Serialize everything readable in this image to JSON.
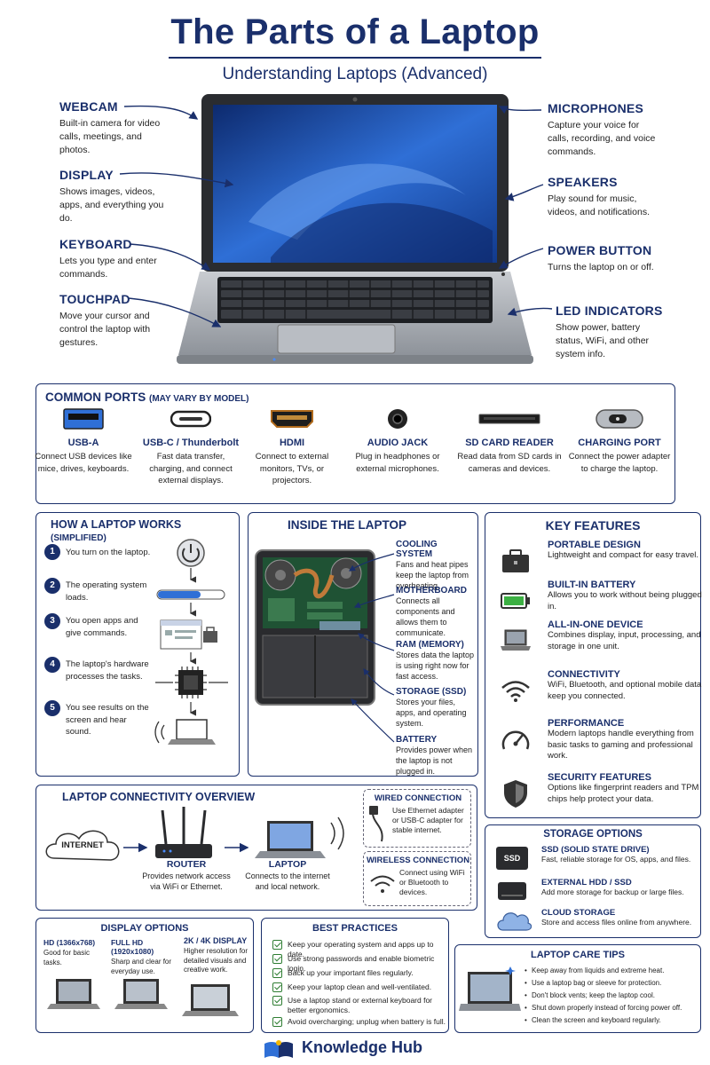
{
  "header": {
    "title": "The Parts of a Laptop",
    "subtitle": "Understanding Laptops (Advanced)"
  },
  "parts_left": [
    {
      "name": "WEBCAM",
      "desc": "Built-in camera for video calls, meetings, and photos."
    },
    {
      "name": "DISPLAY",
      "desc": "Shows images, videos, apps, and everything you do."
    },
    {
      "name": "KEYBOARD",
      "desc": "Lets you type and enter commands."
    },
    {
      "name": "TOUCHPAD",
      "desc": "Move your cursor and control the laptop with gestures."
    }
  ],
  "parts_right": [
    {
      "name": "MICROPHONES",
      "desc": "Capture your voice for calls, recording, and voice commands."
    },
    {
      "name": "SPEAKERS",
      "desc": "Play sound for music, videos, and notifications."
    },
    {
      "name": "POWER BUTTON",
      "desc": "Turns the laptop on or off."
    },
    {
      "name": "LED INDICATORS",
      "desc": "Show power, battery status, WiFi, and other system info."
    }
  ],
  "ports": {
    "title": "COMMON PORTS",
    "title_note": "(MAY VARY BY MODEL)",
    "items": [
      {
        "name": "USB-A",
        "desc": "Connect USB devices like mice, drives, keyboards."
      },
      {
        "name": "USB-C / Thunderbolt",
        "desc": "Fast data transfer, charging, and connect external displays."
      },
      {
        "name": "HDMI",
        "desc": "Connect to external monitors, TVs, or projectors."
      },
      {
        "name": "AUDIO JACK",
        "desc": "Plug in headphones or external microphones."
      },
      {
        "name": "SD CARD READER",
        "desc": "Read data from SD cards in cameras and devices."
      },
      {
        "name": "CHARGING PORT",
        "desc": "Connect the power adapter to charge the laptop."
      }
    ]
  },
  "how_it_works": {
    "title": "HOW A LAPTOP WORKS",
    "title_note": "(SIMPLIFIED)",
    "steps": [
      {
        "num": "1",
        "text": "You turn on the laptop."
      },
      {
        "num": "2",
        "text": "The operating system loads."
      },
      {
        "num": "3",
        "text": "You open apps and give commands."
      },
      {
        "num": "4",
        "text": "The laptop's hardware processes the tasks."
      },
      {
        "num": "5",
        "text": "You see results on the screen and hear sound."
      }
    ]
  },
  "inside": {
    "title": "INSIDE THE LAPTOP",
    "labels": [
      {
        "name": "COOLING SYSTEM",
        "desc": "Fans and heat pipes keep the laptop from overheating."
      },
      {
        "name": "MOTHERBOARD",
        "desc": "Connects all components and allows them to communicate."
      },
      {
        "name": "RAM (MEMORY)",
        "desc": "Stores data the laptop is using right now for fast access."
      },
      {
        "name": "STORAGE (SSD)",
        "desc": "Stores your files, apps, and operating system."
      },
      {
        "name": "BATTERY",
        "desc": "Provides power when the laptop is not plugged in."
      }
    ]
  },
  "key_features": {
    "title": "KEY FEATURES",
    "items": [
      {
        "name": "PORTABLE DESIGN",
        "desc": "Lightweight and compact for easy travel.",
        "icon": "briefcase-icon"
      },
      {
        "name": "BUILT-IN BATTERY",
        "desc": "Allows you to work without being plugged in.",
        "icon": "battery-icon"
      },
      {
        "name": "ALL-IN-ONE DEVICE",
        "desc": "Combines display, input, processing, and storage in one unit.",
        "icon": "laptop-icon"
      },
      {
        "name": "CONNECTIVITY",
        "desc": "WiFi, Bluetooth, and optional mobile data keep you connected.",
        "icon": "wifi-icon"
      },
      {
        "name": "PERFORMANCE",
        "desc": "Modern laptops handle everything from basic tasks to gaming and professional work.",
        "icon": "gauge-icon"
      },
      {
        "name": "SECURITY FEATURES",
        "desc": "Options like fingerprint readers and TPM chips help protect your data.",
        "icon": "shield-icon"
      }
    ]
  },
  "connectivity": {
    "title": "LAPTOP CONNECTIVITY OVERVIEW",
    "internet": "INTERNET",
    "router": {
      "name": "ROUTER",
      "desc": "Provides network access via WiFi or Ethernet."
    },
    "laptop": {
      "name": "LAPTOP",
      "desc": "Connects to the internet and local network."
    },
    "wired": {
      "name": "WIRED CONNECTION",
      "desc": "Use Ethernet adapter or USB-C adapter for stable internet."
    },
    "wireless": {
      "name": "WIRELESS CONNECTION",
      "desc": "Connect using WiFi or Bluetooth to devices."
    }
  },
  "storage": {
    "title": "STORAGE OPTIONS",
    "ssd_icon_text": "SSD",
    "items": [
      {
        "name": "SSD (SOLID STATE DRIVE)",
        "desc": "Fast, reliable storage for OS, apps, and files."
      },
      {
        "name": "EXTERNAL HDD / SSD",
        "desc": "Add more storage for backup or large files."
      },
      {
        "name": "CLOUD STORAGE",
        "desc": "Store and access files online from anywhere."
      }
    ]
  },
  "display_options": {
    "title": "DISPLAY OPTIONS",
    "items": [
      {
        "name": "HD (1366x768)",
        "desc": "Good for basic tasks."
      },
      {
        "name": "FULL HD (1920x1080)",
        "desc": "Sharp and clear for everyday use."
      },
      {
        "name": "2K / 4K DISPLAY",
        "desc": "Higher resolution for detailed visuals and creative work."
      }
    ]
  },
  "best_practices": {
    "title": "BEST PRACTICES",
    "items": [
      "Keep your operating system and apps up to date.",
      "Use strong passwords and enable biometric login.",
      "Back up your important files regularly.",
      "Keep your laptop clean and well-ventilated.",
      "Use a laptop stand or external keyboard for better ergonomics.",
      "Avoid overcharging; unplug when battery is full."
    ]
  },
  "care_tips": {
    "title": "LAPTOP CARE TIPS",
    "items": [
      "Keep away from liquids and extreme heat.",
      "Use a laptop bag or sleeve for protection.",
      "Don't block vents; keep the laptop cool.",
      "Shut down properly instead of forcing power off.",
      "Clean the screen and keyboard regularly."
    ]
  },
  "footer": {
    "brand": "Knowledge Hub"
  },
  "colors": {
    "navy": "#1a2f6b",
    "accent_blue": "#2f6fd6",
    "green": "#2e7d32"
  }
}
